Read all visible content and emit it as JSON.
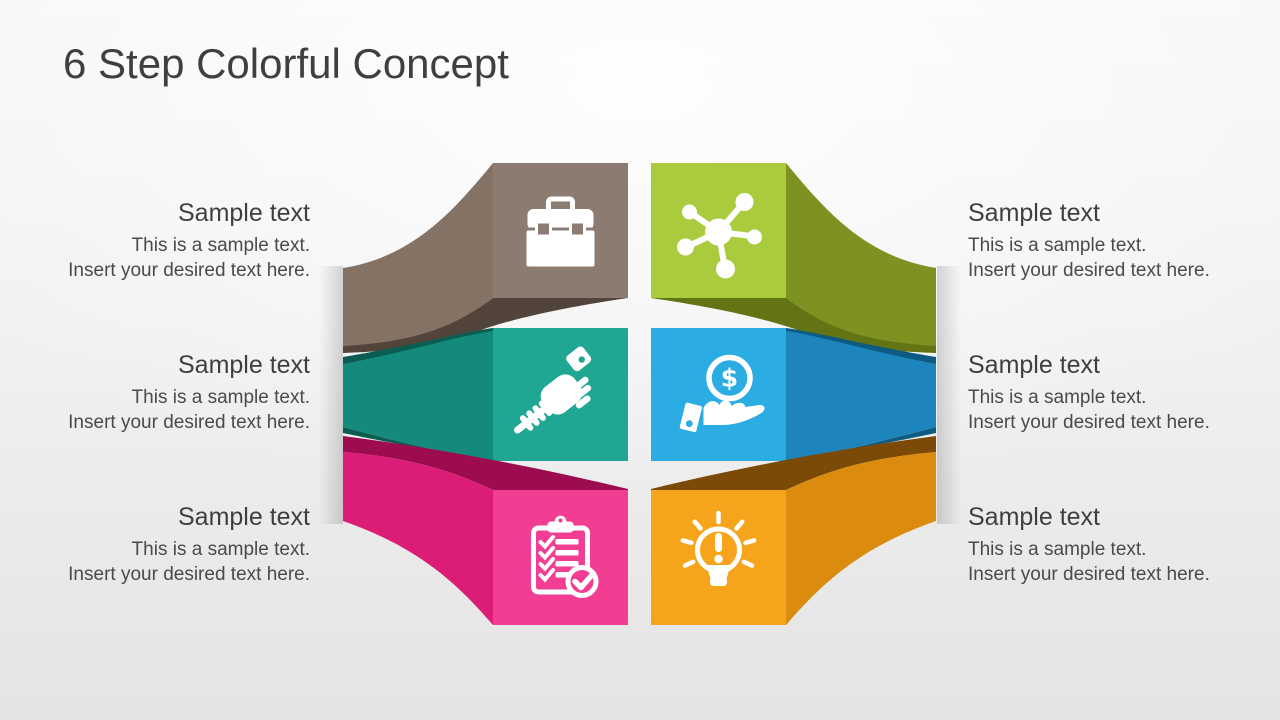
{
  "slide": {
    "title": "6 Step Colorful Concept",
    "title_color": "#3F3F3F",
    "background_top": "#F7F7F7",
    "background_bottom": "#E4E4E4"
  },
  "steps": [
    {
      "position": "top-left",
      "icon": "briefcase-icon",
      "square_color": "#8C7B70",
      "ribbon_color": "#847264",
      "fold_color": "#52443B",
      "heading": "Sample text",
      "line1": "This is a sample text.",
      "line2": "Insert your desired text here."
    },
    {
      "position": "top-right",
      "icon": "molecule-icon",
      "square_color": "#AACB3E",
      "ribbon_color": "#7E9222",
      "fold_color": "#637414",
      "heading": "Sample text",
      "line1": "This is a sample text.",
      "line2": "Insert your desired text here."
    },
    {
      "position": "middle-left",
      "icon": "handshake-icon",
      "square_color": "#20A794",
      "ribbon_color": "#148A7C",
      "fold_color": "#0A5D50",
      "heading": "Sample text",
      "line1": "This is a sample text.",
      "line2": "Insert your desired text here."
    },
    {
      "position": "middle-right",
      "icon": "hand-coin-icon",
      "square_color": "#2BACE3",
      "ribbon_color": "#1E84BC",
      "fold_color": "#0D5A83",
      "icon_text": "$",
      "heading": "Sample text",
      "line1": "This is a sample text.",
      "line2": "Insert your desired text here."
    },
    {
      "position": "bottom-left",
      "icon": "clipboard-check-icon",
      "square_color": "#F23E92",
      "ribbon_color": "#DB1D77",
      "fold_color": "#9C0C4F",
      "heading": "Sample text",
      "line1": "This is a sample text.",
      "line2": "Insert your desired text here."
    },
    {
      "position": "bottom-right",
      "icon": "lightbulb-icon",
      "square_color": "#F7A41D",
      "ribbon_color": "#DB8B0D",
      "fold_color": "#7A4A06",
      "heading": "Sample text",
      "line1": "This is a sample text.",
      "line2": "Insert your desired text here."
    }
  ]
}
